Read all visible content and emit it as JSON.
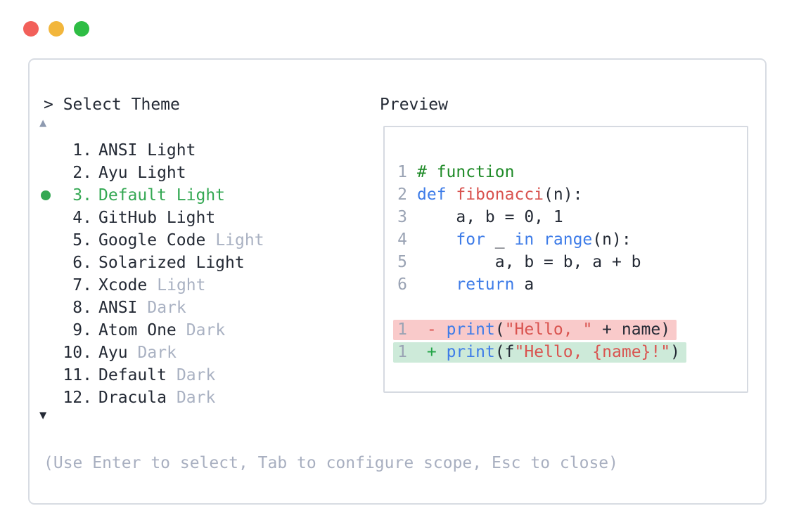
{
  "window": {
    "controls": [
      "close",
      "minimize",
      "maximize"
    ],
    "control_colors": {
      "close": "#f2605a",
      "minimize": "#f2b63c",
      "maximize": "#2ebd44"
    }
  },
  "prompt": {
    "text": "> Select Theme"
  },
  "scroll": {
    "up_glyph": "▲",
    "down_glyph": "▼"
  },
  "theme_list": {
    "selected_number": "3.",
    "items": [
      {
        "num": "1.",
        "name": "ANSI Light",
        "suffix": "",
        "selected": false
      },
      {
        "num": "2.",
        "name": "Ayu Light",
        "suffix": "",
        "selected": false
      },
      {
        "num": "3.",
        "name": "Default Light",
        "suffix": "",
        "selected": true
      },
      {
        "num": "4.",
        "name": "GitHub Light",
        "suffix": "",
        "selected": false
      },
      {
        "num": "5.",
        "name": "Google Code",
        "suffix": "Light",
        "selected": false
      },
      {
        "num": "6.",
        "name": "Solarized Light",
        "suffix": "",
        "selected": false
      },
      {
        "num": "7.",
        "name": "Xcode",
        "suffix": "Light",
        "selected": false
      },
      {
        "num": "8.",
        "name": "ANSI",
        "suffix": "Dark",
        "selected": false
      },
      {
        "num": "9.",
        "name": "Atom One",
        "suffix": "Dark",
        "selected": false
      },
      {
        "num": "10.",
        "name": "Ayu",
        "suffix": "Dark",
        "selected": false
      },
      {
        "num": "11.",
        "name": "Default",
        "suffix": "Dark",
        "selected": false
      },
      {
        "num": "12.",
        "name": "Dracula",
        "suffix": "Dark",
        "selected": false
      }
    ]
  },
  "preview": {
    "label": "Preview",
    "lines": [
      {
        "num": "1",
        "diff": "",
        "tokens": [
          {
            "t": "# function",
            "c": "comment"
          }
        ]
      },
      {
        "num": "2",
        "diff": "",
        "tokens": [
          {
            "t": "def",
            "c": "kw"
          },
          {
            "t": " ",
            "c": "plain"
          },
          {
            "t": "fibonacci",
            "c": "fn"
          },
          {
            "t": "(n):",
            "c": "plain"
          }
        ]
      },
      {
        "num": "3",
        "diff": "",
        "tokens": [
          {
            "t": "    a, b = 0, 1",
            "c": "plain"
          }
        ]
      },
      {
        "num": "4",
        "diff": "",
        "tokens": [
          {
            "t": "    ",
            "c": "plain"
          },
          {
            "t": "for",
            "c": "kw"
          },
          {
            "t": " _ ",
            "c": "plain"
          },
          {
            "t": "in",
            "c": "kw"
          },
          {
            "t": " ",
            "c": "plain"
          },
          {
            "t": "range",
            "c": "kw"
          },
          {
            "t": "(n):",
            "c": "plain"
          }
        ]
      },
      {
        "num": "5",
        "diff": "",
        "tokens": [
          {
            "t": "        a, b = b, a + b",
            "c": "plain"
          }
        ]
      },
      {
        "num": "6",
        "diff": "",
        "tokens": [
          {
            "t": "    ",
            "c": "plain"
          },
          {
            "t": "return",
            "c": "kw"
          },
          {
            "t": " a",
            "c": "plain"
          }
        ]
      },
      {
        "num": "",
        "diff": "",
        "tokens": []
      },
      {
        "num": "1",
        "diff": "removed",
        "tokens": [
          {
            "t": " ",
            "c": "plain"
          },
          {
            "t": "-",
            "c": "fn"
          },
          {
            "t": " ",
            "c": "plain"
          },
          {
            "t": "print",
            "c": "kw"
          },
          {
            "t": "(",
            "c": "plain"
          },
          {
            "t": "\"Hello, \"",
            "c": "str"
          },
          {
            "t": " + name)",
            "c": "plain"
          }
        ]
      },
      {
        "num": "1",
        "diff": "added",
        "tokens": [
          {
            "t": " ",
            "c": "plain"
          },
          {
            "t": "+",
            "c": "add"
          },
          {
            "t": " ",
            "c": "plain"
          },
          {
            "t": "print",
            "c": "kw"
          },
          {
            "t": "(f",
            "c": "plain"
          },
          {
            "t": "\"Hello, {name}!\"",
            "c": "str"
          },
          {
            "t": ")",
            "c": "plain"
          }
        ]
      }
    ]
  },
  "help_text": "(Use Enter to select, Tab to configure scope, Esc to close)",
  "colors": {
    "text_dark": "#242a35",
    "text_gray": "#a9b1c2",
    "line_number_gray": "#9aa3b4",
    "selected_green": "#34a853",
    "comment_green": "#1e8a27",
    "keyword_blue": "#3e7ce8",
    "string_red": "#d9534f",
    "added_green": "#22a447",
    "diff_removed_bg": "#f9caca",
    "diff_added_bg": "#cdead9",
    "panel_border": "#d8dce3",
    "scroll_up_gray": "#8e9ab0"
  }
}
